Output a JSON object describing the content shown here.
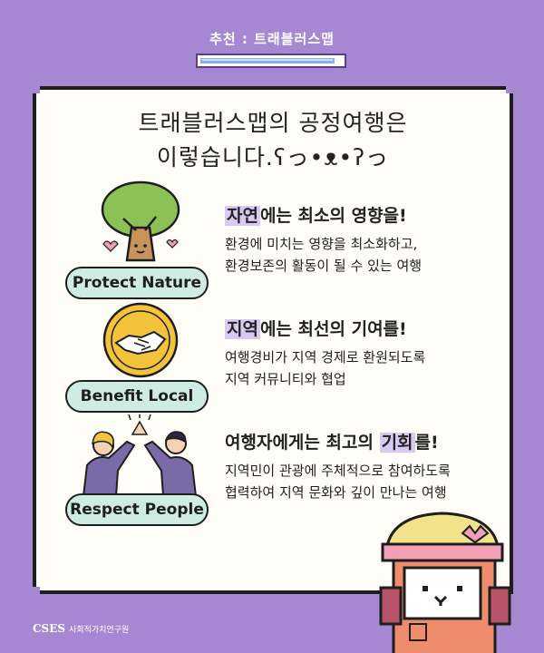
{
  "header": {
    "label": "추천 : 트래블러스맵",
    "progress": 0.95
  },
  "card": {
    "title_line1": "트래블러스맵의 공정여행은",
    "title_line2": "이렇습니다.ʕっ•ᴥ•ʔっ"
  },
  "sections": [
    {
      "badge": "Protect Nature",
      "heading_hl": "자연",
      "heading_rest": "에는 최소의 영향을!",
      "desc_line1": "환경에 미치는 영향을 최소화하고,",
      "desc_line2": "환경보존의 활동이 될 수 있는 여행"
    },
    {
      "badge": "Benefit Local",
      "heading_hl": "지역",
      "heading_rest": "에는 최선의 기여를!",
      "desc_line1": "여행경비가 지역 경제로 환원되도록",
      "desc_line2": "지역 커뮤니티와 협업"
    },
    {
      "badge": "Respect People",
      "heading_pre": "여행자에게는 최고의 ",
      "heading_hl": "기회",
      "heading_rest": "를!",
      "desc_line1": "지역민이 관광에 주체적으로 참여하도록",
      "desc_line2": "협력하여 지역 문화와 깊이 만나는 여행"
    }
  ],
  "footer": {
    "logo": "CSES",
    "org": "사회적가치연구원"
  },
  "colors": {
    "background": "#a688d2",
    "badge": "#cfece3",
    "highlight": "#d9c8f2",
    "progress": "#8ab0e8"
  }
}
